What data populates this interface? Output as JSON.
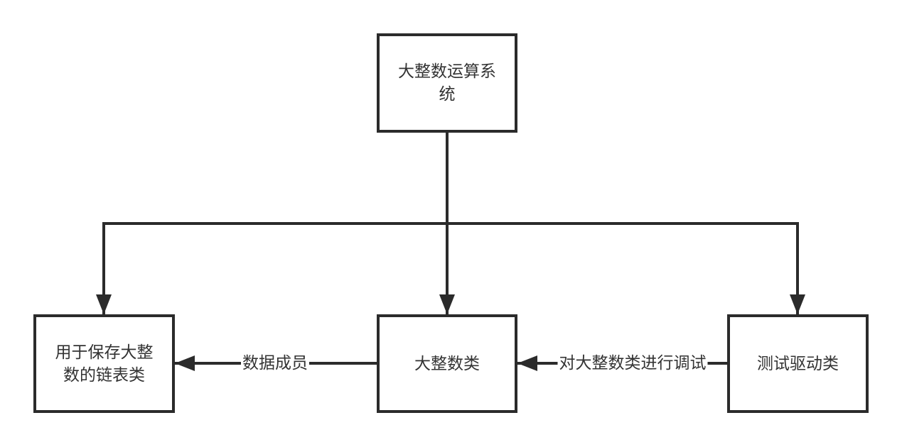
{
  "nodes": {
    "root": {
      "line1": "大整数运算系",
      "line2": "统"
    },
    "linked_list": {
      "line1": "用于保存大整",
      "line2": "数的链表类"
    },
    "bigint": {
      "label": "大整数类"
    },
    "driver": {
      "label": "测试驱动类"
    }
  },
  "edges": {
    "member_label": "数据成员",
    "debug_label": "对大整数类进行调试"
  },
  "colors": {
    "stroke": "#2b2b2b",
    "text": "#333333"
  }
}
